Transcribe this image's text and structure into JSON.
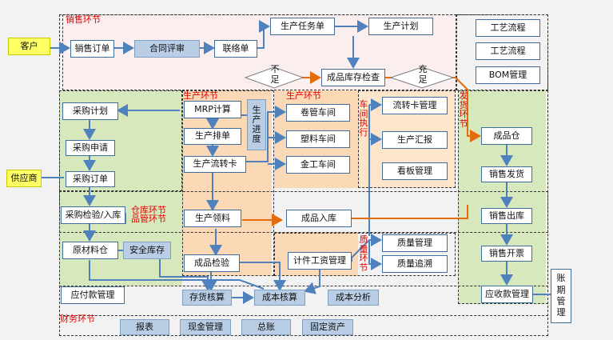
{
  "regions": {
    "sales": "销售环节",
    "production": "生产环节",
    "production_top": "生产环节",
    "workshop": "车间执行",
    "shipping": "发货环节",
    "warehouse": "仓库环节",
    "quality_purchase": "品管环节",
    "quality": "质量环节",
    "finance": "财务环节",
    "account": "账期管理"
  },
  "nodes": {
    "customer": "客户",
    "supplier": "供应商",
    "sales_order": "销售订单",
    "contract_review": "合同评审",
    "contact_sheet": "联络单",
    "production_task": "生产任务单",
    "production_plan": "生产计划",
    "process_flow1": "工艺流程",
    "process_flow2": "工艺流程",
    "bom": "BOM管理",
    "stock_check": "成品库存检查",
    "not_enough": "不足",
    "enough": "充足",
    "purchase_plan": "采购计划",
    "purchase_request": "采购申请",
    "purchase_order": "采购订单",
    "purchase_inspect": "采购检验/入库",
    "raw_warehouse": "原材料仓",
    "safety_stock": "安全库存",
    "payable": "应付款管理",
    "mrp": "MRP计算",
    "prod_schedule": "生产排单",
    "prod_card": "生产流转卡",
    "prod_progress": "生产进度",
    "prod_pick": "生产领料",
    "prod_inspect": "成品检验",
    "tube_shop": "卷管车间",
    "plastic_shop": "塑料车间",
    "metal_shop": "金工车间",
    "card_mgmt": "流转卡管理",
    "prod_report": "生产汇报",
    "kanban": "看板管理",
    "finished_in": "成品入库",
    "piece_wage": "计件工资管理",
    "quality_mgmt": "质量管理",
    "quality_trace": "质量追溯",
    "finished_wh": "成品仓",
    "sales_ship": "销售发货",
    "sales_out": "销售出库",
    "sales_invoice": "销售开票",
    "receivable": "应收款管理",
    "inventory_acct": "存货核算",
    "cost_acct": "成本核算",
    "cost_analysis": "成本分析",
    "report": "报表",
    "cash_mgmt": "现金管理",
    "ledger": "总账",
    "fixed_assets": "固定资产"
  },
  "colors": {
    "sales_bg": "#fbeeee",
    "green_bg": "#d7e8bd",
    "orange_bg": "#fcd9b6",
    "node_border": "#3d6e9c",
    "blue_box": "#b9cde5",
    "arrow_blue": "#4f81bd",
    "arrow_orange": "#e46c0a",
    "label_red": "#e00000"
  }
}
